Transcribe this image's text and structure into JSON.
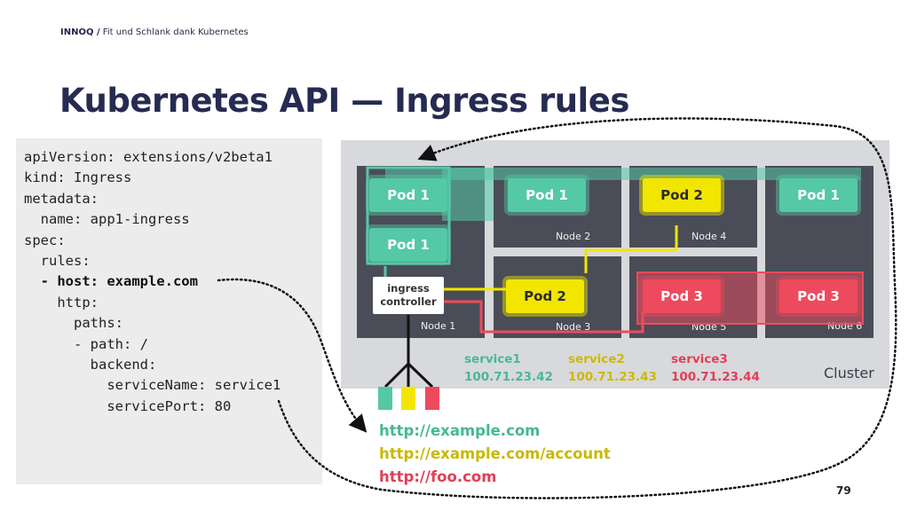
{
  "header": {
    "brand": "INNOQ /",
    "subtitle": "Fit und Schlank dank Kubernetes"
  },
  "title": "Kubernetes API — Ingress rules",
  "code": {
    "lines": [
      "apiVersion: extensions/v2beta1",
      "kind: Ingress",
      "metadata:",
      "  name: app1-ingress",
      "spec:",
      "  rules:",
      "  - host: example.com",
      "    http:",
      "      paths:",
      "      - path: /",
      "        backend:",
      "          serviceName: service1",
      "          servicePort: 80"
    ]
  },
  "cluster": {
    "label": "Cluster",
    "nodes": [
      "Node 1",
      "Node 2",
      "Node 3",
      "Node 4",
      "Node 5",
      "Node 6"
    ],
    "ingress_label": "ingress controller",
    "pods": {
      "n1a": "Pod 1",
      "n1b": "Pod 1",
      "n2": "Pod 1",
      "n6a": "Pod 1",
      "n3": "Pod 2",
      "n4": "Pod 2",
      "n5": "Pod 3",
      "n6b": "Pod 3"
    },
    "services": [
      {
        "name": "service1",
        "ip": "100.71.23.42",
        "color": "#55c8a6"
      },
      {
        "name": "service2",
        "ip": "100.71.23.43",
        "color": "#d9c400"
      },
      {
        "name": "service3",
        "ip": "100.71.23.44",
        "color": "#e64657"
      }
    ]
  },
  "urls": [
    {
      "text": "http://example.com",
      "color": "#44b894"
    },
    {
      "text": "http://example.com/account",
      "color": "#c9b800"
    },
    {
      "text": "http://foo.com",
      "color": "#e23e55"
    }
  ],
  "page_number": "79",
  "colors": {
    "green": "#55c8a6",
    "yellow": "#f2e600",
    "red": "#ee4a5d",
    "navy": "#262b52"
  }
}
